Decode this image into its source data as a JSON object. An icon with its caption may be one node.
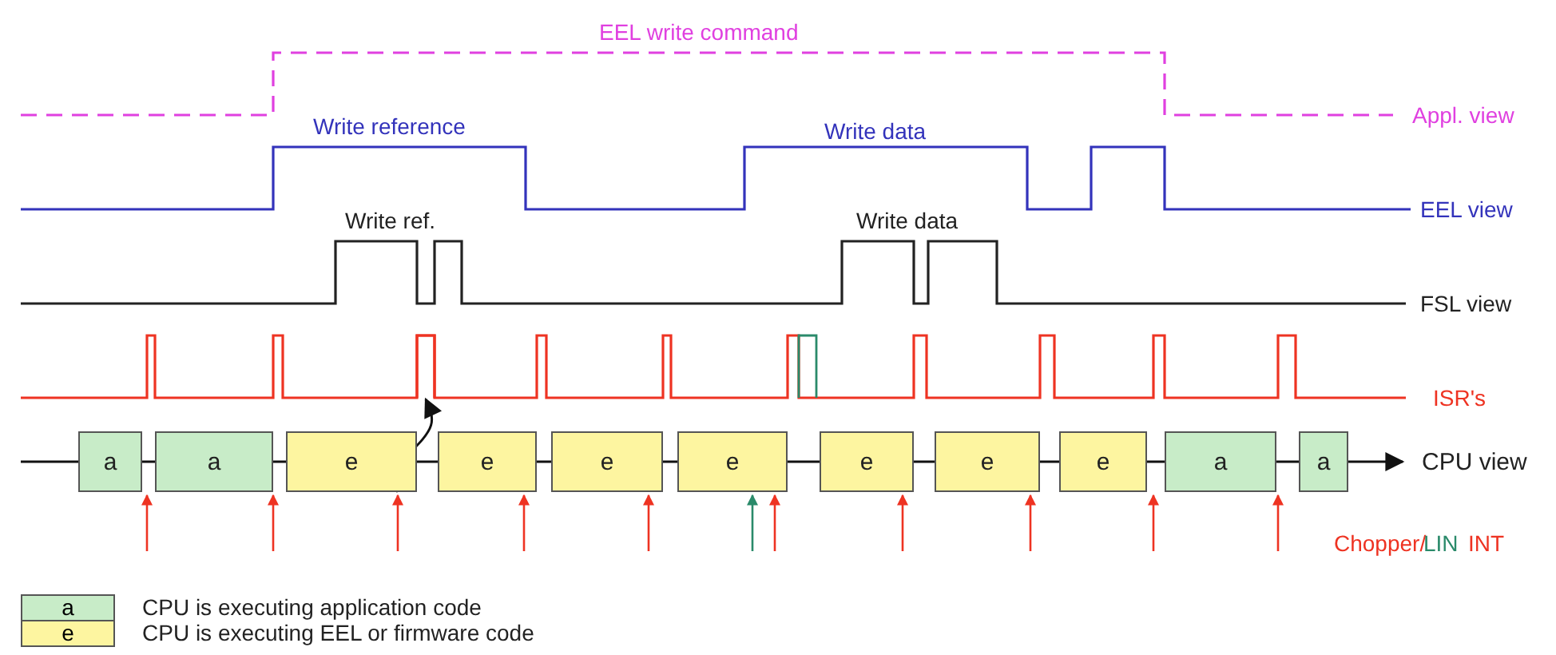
{
  "diagram": {
    "nodes": [
      {
        "text": [
          "a"
        ]
      },
      {
        "text": [
          "a"
        ]
      },
      {
        "text": [
          "e"
        ]
      },
      {
        "text": [
          "e"
        ]
      },
      {
        "text": [
          "e"
        ]
      },
      {
        "text": [
          "e"
        ]
      },
      {
        "text": [
          "e"
        ]
      },
      {
        "text": [
          "e"
        ]
      },
      {
        "text": [
          "e"
        ]
      },
      {
        "text": [
          "a"
        ]
      },
      {
        "text": [
          "a"
        ]
      },
      {
        "text": [
          "CPU view"
        ]
      },
      {
        "text": [],
        "shape": "pulse"
      }
    ],
    "edges": [
      {
        "from": null,
        "to": 0,
        "arrow": "none"
      },
      {
        "from": 0,
        "to": 1,
        "arrow": "none"
      },
      {
        "from": 1,
        "to": 2,
        "arrow": "none"
      },
      {
        "from": 2,
        "to": 3,
        "arrow": "none"
      },
      {
        "from": 3,
        "to": 4,
        "arrow": "none"
      },
      {
        "from": 4,
        "to": 5,
        "arrow": "none"
      },
      {
        "from": 5,
        "to": 6,
        "arrow": "none"
      },
      {
        "from": 6,
        "to": 7,
        "arrow": "none"
      },
      {
        "from": 7,
        "to": 8,
        "arrow": "none"
      },
      {
        "from": 8,
        "to": 9,
        "arrow": "none"
      },
      {
        "from": 9,
        "to": 10,
        "arrow": "none"
      },
      {
        "from": 10,
        "to": 11,
        "arrow": "to"
      },
      {
        "from": 2,
        "to": 12,
        "arrow": "to"
      }
    ],
    "labels": [
      "EEL write command",
      "Appl. view",
      "Write reference",
      "Write data",
      "EEL view",
      "Write ref.",
      "Write data",
      "FSL view",
      "ISR's",
      "Chopper/",
      "LIN",
      "INT",
      "a",
      "e"
    ],
    "legend": [
      {
        "text": "CPU is executing application code",
        "color": "#c8ecc8"
      },
      {
        "text": "CPU is executing EEL or firmware code",
        "color": "#fdf5a0"
      }
    ]
  }
}
